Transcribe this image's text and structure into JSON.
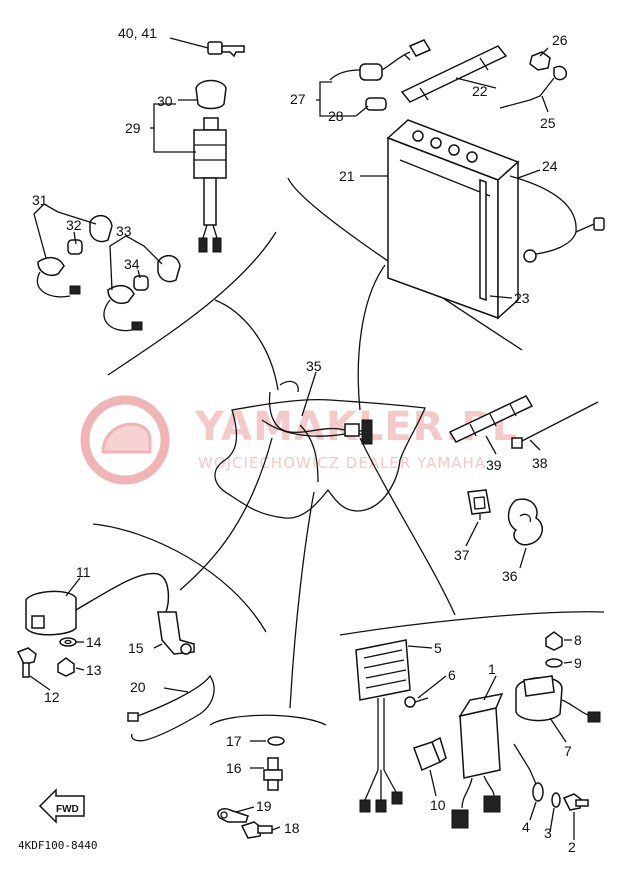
{
  "watermark": {
    "brand": "YAMAKLER.PL",
    "dealer": "WOJCIECHOWICZ DEALER YAMAHA",
    "logo_color": "#e8a0a0"
  },
  "drawing_code": "4KDF100-8440",
  "fwd_label": "FWD",
  "labels": {
    "l1": "1",
    "l2": "2",
    "l3": "3",
    "l4": "4",
    "l5": "5",
    "l6": "6",
    "l7": "7",
    "l8": "8",
    "l9": "9",
    "l10": "10",
    "l11": "11",
    "l12": "12",
    "l13": "13",
    "l14": "14",
    "l15": "15",
    "l16": "16",
    "l17": "17",
    "l18": "18",
    "l19": "19",
    "l20": "20",
    "l21": "21",
    "l22": "22",
    "l23": "23",
    "l24": "24",
    "l25": "25",
    "l26": "26",
    "l27": "27",
    "l28": "28",
    "l29": "29",
    "l30": "30",
    "l31": "31",
    "l32": "32",
    "l33": "33",
    "l34": "34",
    "l35": "35",
    "l36": "36",
    "l37": "37",
    "l38": "38",
    "l39": "39",
    "l40_41": "40, 41"
  }
}
